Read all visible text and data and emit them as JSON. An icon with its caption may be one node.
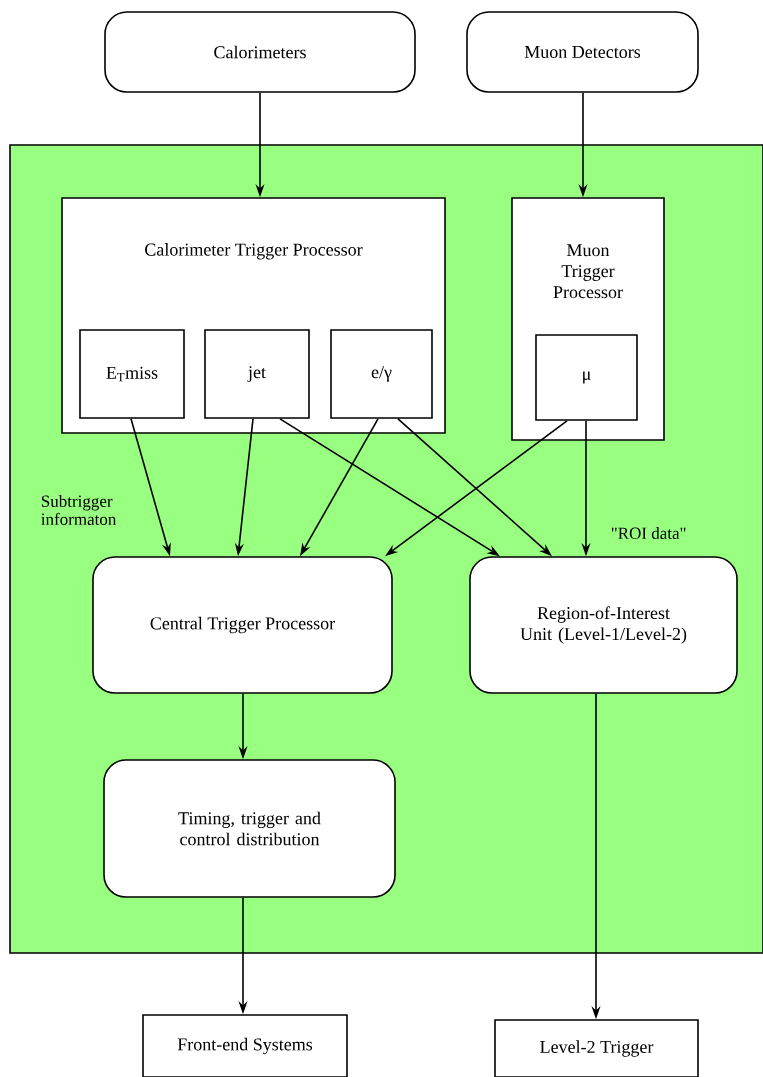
{
  "diagram": {
    "nodes": [
      {
        "text": [
          "Calorimeters"
        ]
      },
      {
        "text": [
          "Muon Detectors"
        ]
      },
      {
        "text": [],
        "shape": "box"
      },
      {
        "text": [
          "Calorimeter Trigger Processor"
        ],
        "in": 2
      },
      {
        "text": [
          "E$_{T}$miss"
        ],
        "in": 3
      },
      {
        "text": [
          "jet"
        ],
        "in": 3
      },
      {
        "text": [
          "e/γ"
        ],
        "in": 3
      },
      {
        "text": [
          "Muon Trigger Processor"
        ],
        "in": 2
      },
      {
        "text": [
          "μ"
        ],
        "in": 7
      },
      {
        "text": [
          "Central Trigger Processor"
        ],
        "in": 2
      },
      {
        "text": [
          "Region-of-Interest Unit (Level-1/Level-2)"
        ],
        "in": 2
      },
      {
        "text": [
          "Timing, trigger and control distribution"
        ],
        "in": 2
      },
      {
        "text": [
          "Front-end Systems"
        ]
      },
      {
        "text": [
          "Level-2 Trigger"
        ]
      }
    ],
    "edges": [
      {
        "from": 0,
        "to": 3,
        "arrow": "to"
      },
      {
        "from": 1,
        "to": 7,
        "arrow": "to"
      },
      {
        "from": 4,
        "to": 9,
        "arrow": "to"
      },
      {
        "from": 5,
        "to": 9,
        "arrow": "to"
      },
      {
        "from": 6,
        "to": 9,
        "arrow": "to"
      },
      {
        "from": 8,
        "to": 9,
        "arrow": "to"
      },
      {
        "from": 5,
        "to": 10,
        "arrow": "to"
      },
      {
        "from": 6,
        "to": 10,
        "arrow": "to"
      },
      {
        "from": 8,
        "to": 10,
        "arrow": "to"
      },
      {
        "from": 9,
        "to": 11,
        "arrow": "to"
      },
      {
        "from": 11,
        "to": 12,
        "arrow": "to"
      },
      {
        "from": 10,
        "to": 13,
        "arrow": "to"
      }
    ],
    "labels": [
      "Subtrigger informaton",
      "\"ROI data\""
    ]
  }
}
